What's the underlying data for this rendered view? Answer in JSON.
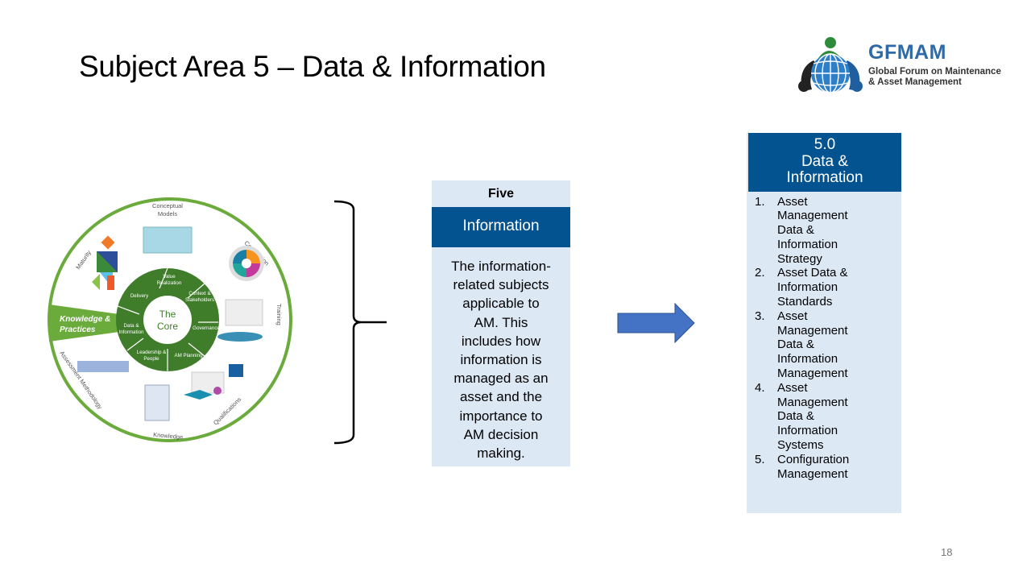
{
  "slide": {
    "title": "Subject Area 5 – Data & Information",
    "page_number": "18"
  },
  "logo": {
    "name": "GFMAM",
    "subtitle_line1": "Global Forum on Maintenance",
    "subtitle_line2": "& Asset Management"
  },
  "wheel": {
    "center_line1": "The",
    "center_line2": "Core",
    "highlight_line1": "Knowledge &",
    "highlight_line2": "Practices",
    "core_segments": [
      {
        "l1": "Value",
        "l2": "Realization"
      },
      {
        "l1": "Context &",
        "l2": "Stakeholders"
      },
      {
        "l1": "Governance",
        "l2": ""
      },
      {
        "l1": "AM Planning",
        "l2": ""
      },
      {
        "l1": "Leadership &",
        "l2": "People"
      },
      {
        "l1": "Data &",
        "l2": "Information"
      },
      {
        "l1": "Delivery",
        "l2": ""
      }
    ],
    "outer_labels": {
      "conceptual_1": "Conceptual",
      "conceptual_2": "Models",
      "certification": "Certification",
      "training": "Training",
      "qualifications": "Qualifications",
      "knowledge": "Knowledge",
      "assessment": "Assessment Methodology",
      "maturity": "Maturity"
    },
    "colors": {
      "ring": "#6aab3c",
      "core": "#3f7d2a",
      "highlight": "#6aab3c"
    }
  },
  "five_box": {
    "heading": "Five",
    "band": "Information",
    "description": "The information-related subjects applicable to AM. This includes how information is managed as an asset and the importance to AM decision making.",
    "lines": [
      "The information-",
      "related subjects",
      "applicable to",
      "AM. This",
      "includes how",
      "information is",
      "managed as an",
      "asset and the",
      "importance to",
      "AM decision",
      "making."
    ]
  },
  "list_box": {
    "head_lines": [
      "5.0",
      "Data &",
      "Information"
    ],
    "items": [
      {
        "num": "1.",
        "lines": [
          "Asset",
          "Management",
          "Data &",
          "Information",
          "Strategy"
        ]
      },
      {
        "num": "2.",
        "lines": [
          "Asset Data &",
          "Information",
          "Standards"
        ]
      },
      {
        "num": "3.",
        "lines": [
          "Asset",
          "Management",
          "Data &",
          "Information",
          "Management"
        ]
      },
      {
        "num": "4.",
        "lines": [
          "Asset",
          "Management",
          "Data &",
          "Information",
          "Systems"
        ]
      },
      {
        "num": "5.",
        "lines": [
          "Configuration",
          "Management"
        ]
      }
    ]
  },
  "colors": {
    "dark_blue": "#035390",
    "light_blue_bg": "#dde8f5",
    "arrow_blue": "#4472c4"
  }
}
